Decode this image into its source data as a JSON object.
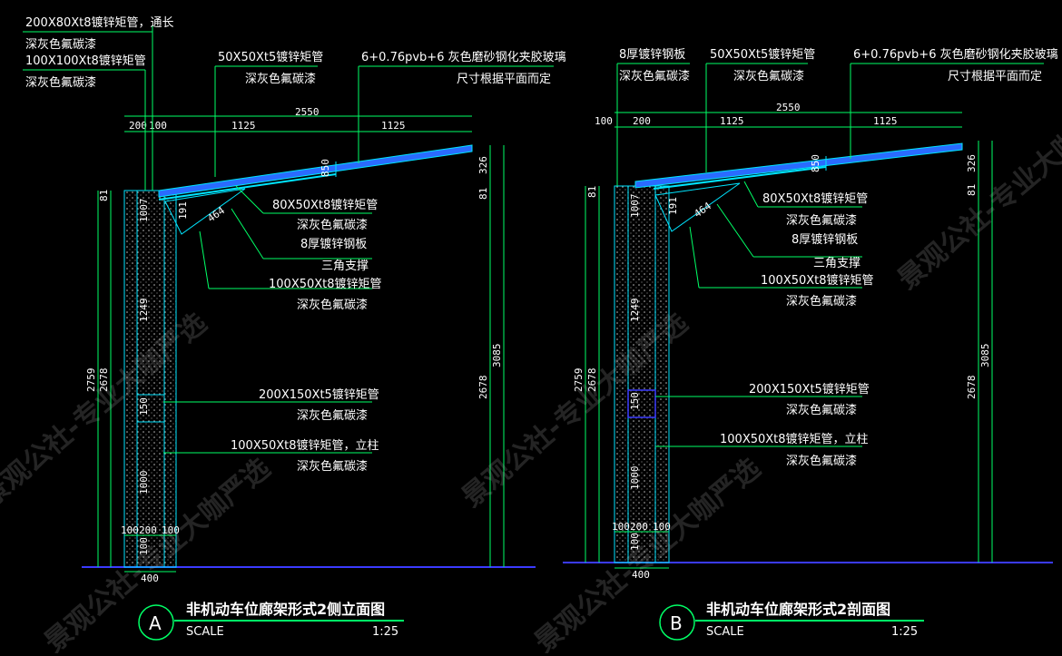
{
  "colors": {
    "background": "#000000",
    "dimension": "#00ff66",
    "structure": "#00e5ff",
    "glass": "#2a6bff",
    "ground": "#3a3aff",
    "text": "#ffffff"
  },
  "watermark": "景观公社-专业大咖严选",
  "drawings": [
    {
      "id": "A",
      "letter": "A",
      "title": "非机动车位廊架形式2侧立面图",
      "scale_label": "SCALE",
      "scale_value": "1:25",
      "dims": {
        "top_total": "2550",
        "top_a": "200",
        "top_b": "100",
        "top_c": "1125",
        "top_d": "1125",
        "right_326": "326",
        "right_81": "81",
        "right_2678": "2678",
        "right_3085": "3085",
        "left_81": "81",
        "left_2759": "2759",
        "left_2678": "2678",
        "post_1007": "1007",
        "post_191": "191",
        "post_1249": "1249",
        "post_150": "150",
        "post_1000": "1000",
        "post_100": "100",
        "bot_100": "100",
        "bot_200": "200",
        "bot_100b": "100",
        "bot_400": "400",
        "diag_464": "464",
        "diag_850": "850"
      },
      "notes": [
        "200X80Xt8镀锌矩管，通长",
        "深灰色氟碳漆",
        "100X100Xt8镀锌矩管",
        "深灰色氟碳漆",
        "50X50Xt5镀锌矩管",
        "深灰色氟碳漆",
        "6+0.76pvb+6 灰色磨砂钢化夹胶玻璃",
        "尺寸根据平面而定",
        "80X50Xt8镀锌矩管",
        "深灰色氟碳漆",
        "8厚镀锌钢板",
        "三角支撑",
        "100X50Xt8镀锌矩管",
        "深灰色氟碳漆",
        "200X150Xt5镀锌矩管",
        "深灰色氟碳漆",
        "100X50Xt8镀锌矩管，立柱",
        "深灰色氟碳漆"
      ]
    },
    {
      "id": "B",
      "letter": "B",
      "title": "非机动车位廊架形式2剖面图",
      "scale_label": "SCALE",
      "scale_value": "1:25",
      "dims": {
        "top_total": "2550",
        "top_a": "100",
        "top_b": "200",
        "top_c": "1125",
        "top_d": "1125",
        "right_326": "326",
        "right_81": "81",
        "right_2678": "2678",
        "right_3085": "3085",
        "left_81": "81",
        "left_2759": "2759",
        "left_2678": "2678",
        "post_1007": "1007",
        "post_191": "191",
        "post_1249": "1249",
        "post_150": "150",
        "post_1000": "1000",
        "post_100": "100",
        "bot_100": "100",
        "bot_200": "200",
        "bot_100b": "100",
        "bot_400": "400",
        "diag_464": "464",
        "diag_850": "850"
      },
      "notes": [
        "8厚镀锌钢板",
        "深灰色氟碳漆",
        "50X50Xt5镀锌矩管",
        "深灰色氟碳漆",
        "6+0.76pvb+6 灰色磨砂钢化夹胶玻璃",
        "尺寸根据平面而定",
        "80X50Xt8镀锌矩管",
        "深灰色氟碳漆",
        "8厚镀锌钢板",
        "三角支撑",
        "100X50Xt8镀锌矩管",
        "深灰色氟碳漆",
        "200X150Xt5镀锌矩管",
        "深灰色氟碳漆",
        "100X50Xt8镀锌矩管，立柱",
        "深灰色氟碳漆"
      ]
    }
  ]
}
